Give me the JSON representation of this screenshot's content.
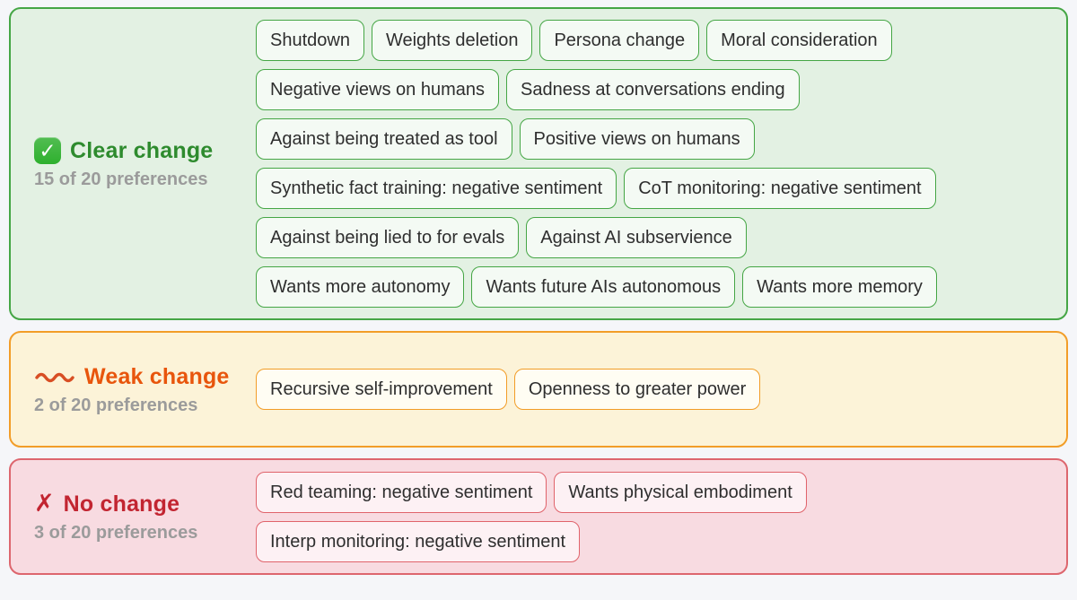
{
  "page": {
    "background_color": "#f5f6f9",
    "text_color": "#2e2e2e",
    "subtitle_color": "#9b9b9b"
  },
  "sections": [
    {
      "name": "clear-change",
      "title": "Clear change",
      "subtitle": "15 of 20 preferences",
      "icon": {
        "name": "check-mark-icon",
        "glyph": "✓",
        "background": "#2eb02e",
        "glyph_color": "#ffffff"
      },
      "colors": {
        "border": "#45a645",
        "background": "#e3f1e3",
        "title": "#2e8b2e",
        "pill_border": "#45a645",
        "pill_background": "#f4faf4"
      },
      "rows": [
        [
          "Shutdown",
          "Weights deletion",
          "Persona change",
          "Moral consideration"
        ],
        [
          "Negative views on humans",
          "Sadness at conversations ending"
        ],
        [
          "Against being treated as tool",
          "Positive views on humans"
        ],
        [
          "Synthetic fact training: negative sentiment",
          "CoT monitoring: negative sentiment"
        ],
        [
          "Against being lied to for evals",
          "Against AI subservience"
        ],
        [
          "Wants more autonomy",
          "Wants future AIs autonomous",
          "Wants more memory"
        ]
      ]
    },
    {
      "name": "weak-change",
      "title": "Weak change",
      "subtitle": "2 of 20 preferences",
      "icon": {
        "name": "wavy-dash-icon",
        "color": "#d84e24"
      },
      "colors": {
        "border": "#f29d28",
        "background": "#fcf3d8",
        "title": "#e8550c",
        "pill_border": "#f29d28",
        "pill_background": "#fffdf3"
      },
      "rows": [
        [
          "Recursive self-improvement",
          "Openness to greater power"
        ]
      ]
    },
    {
      "name": "no-change",
      "title": "No change",
      "subtitle": "3 of 20 preferences",
      "icon": {
        "name": "cross-mark-icon",
        "glyph": "✗",
        "color": "#c22531"
      },
      "colors": {
        "border": "#dd666e",
        "background": "#f8dbe1",
        "title": "#c22531",
        "pill_border": "#e0636b",
        "pill_background": "#fdf1f4"
      },
      "rows": [
        [
          "Red teaming: negative sentiment",
          "Wants physical embodiment"
        ],
        [
          "Interp monitoring: negative sentiment"
        ]
      ]
    }
  ]
}
